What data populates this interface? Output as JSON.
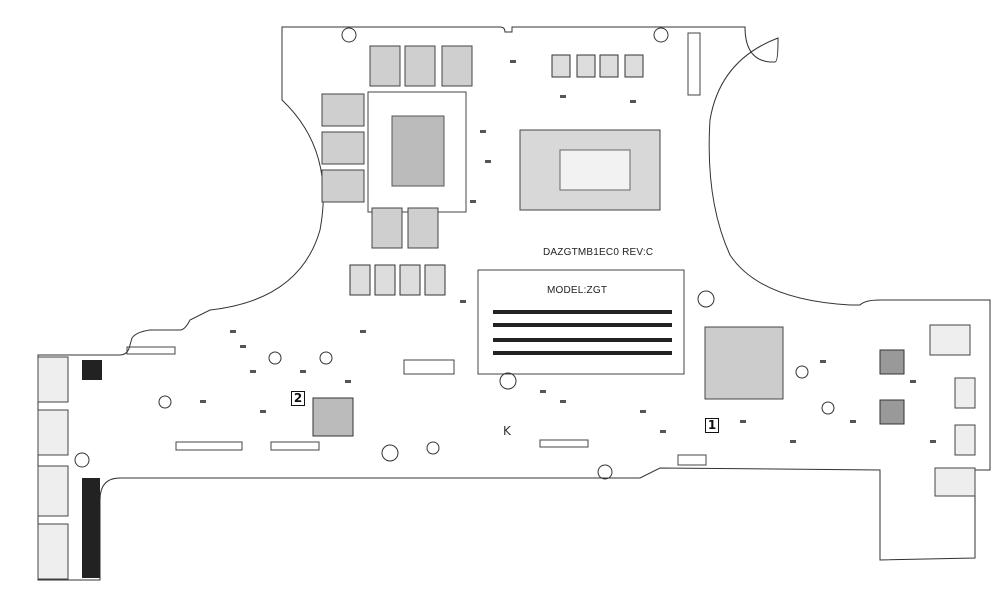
{
  "board": {
    "board_id": "DAZGTMB1EC0  REV:C",
    "model": "MODEL:ZGT",
    "region_mark_1": "1",
    "region_mark_2": "2",
    "corner_mark": "K"
  },
  "colors": {
    "outline": "#333333",
    "component": "#4a4a4a",
    "component_light": "#9a9a9a",
    "background": "#ffffff"
  }
}
